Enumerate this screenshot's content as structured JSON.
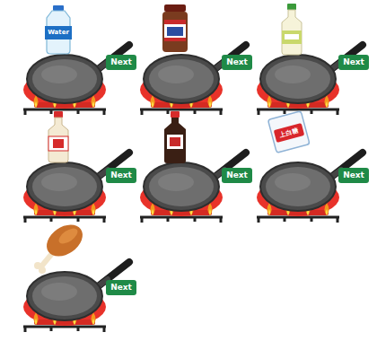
{
  "diagram": {
    "nodes": [
      {
        "text": [
          "Next"
        ]
      },
      {
        "text": [
          "Next"
        ]
      },
      {
        "text": [
          "Next"
        ]
      },
      {
        "text": [
          "Next"
        ]
      },
      {
        "text": [
          "Next"
        ]
      },
      {
        "text": [
          "Next"
        ]
      },
      {
        "text": [
          "Next"
        ]
      }
    ],
    "labels": [
      "Water",
      "上白糖"
    ]
  }
}
